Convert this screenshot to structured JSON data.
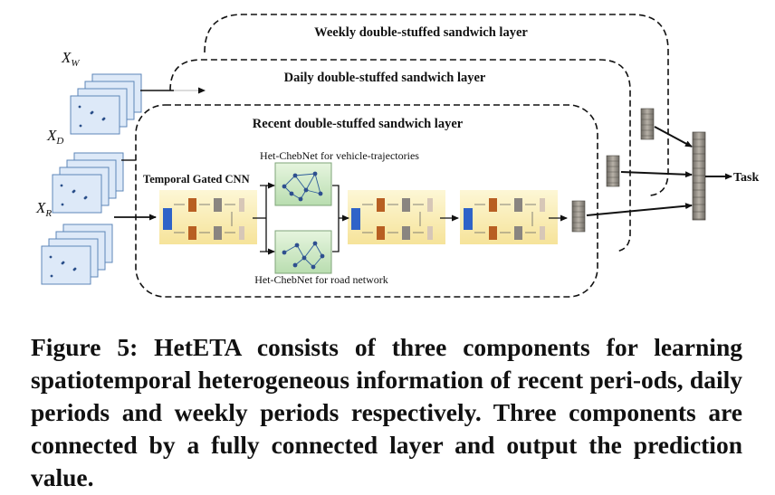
{
  "diagram": {
    "inputs": {
      "weekly": {
        "base": "X",
        "sub": "W"
      },
      "daily": {
        "base": "X",
        "sub": "D"
      },
      "recent": {
        "base": "X",
        "sub": "R"
      }
    },
    "layers": {
      "weekly": "Weekly double-stuffed sandwich layer",
      "daily": "Daily double-stuffed sandwich layer",
      "recent": "Recent double-stuffed sandwich layer"
    },
    "temporal_gated_cnn": "Temporal Gated CNN",
    "het_chebnet_vehicle": "Het-ChebNet for vehicle-trajectories",
    "het_chebnet_road": "Het-ChebNet for road network",
    "task": "Task"
  },
  "caption": {
    "label": "Figure 5:",
    "text": "HetETA consists of three components for learning spatiotemporal heterogeneous information of recent peri-ods, daily periods and weekly periods respectively. Three components are connected by a fully connected layer and output the prediction value."
  },
  "colors": {
    "stack_fill": "#dde9f8",
    "gated_bg": "#fbf0b8",
    "graph_bg": "#d2ecc8",
    "block_blue": "#2f63c8",
    "block_orange": "#b85f22",
    "block_gray": "#8a8580"
  }
}
